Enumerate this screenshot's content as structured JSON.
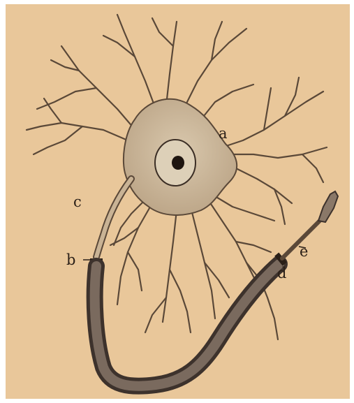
{
  "figure": {
    "labels": {
      "a": "a",
      "b": "b",
      "c": "c",
      "d": "d",
      "e": "e"
    }
  },
  "colors": {
    "paper": "#e9c79a",
    "ink": "#3b2e25",
    "cell_fill": "#cbb79b",
    "nucleus_fill": "#ddd0b8",
    "nucleolus": "#1e1510",
    "axon_sheath": "#6a5a50"
  }
}
